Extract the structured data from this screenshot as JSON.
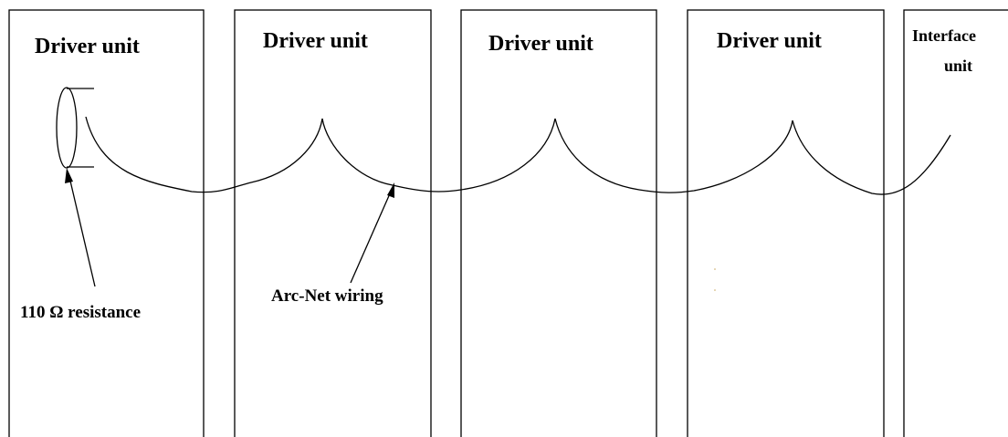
{
  "units": [
    {
      "label": "Driver unit"
    },
    {
      "label": "Driver unit"
    },
    {
      "label": "Driver unit"
    },
    {
      "label": "Driver unit"
    },
    {
      "label_lines": [
        "Interface",
        "unit"
      ]
    }
  ],
  "callouts": {
    "resistance": "110 Ω resistance",
    "wiring": "Arc-Net wiring"
  }
}
